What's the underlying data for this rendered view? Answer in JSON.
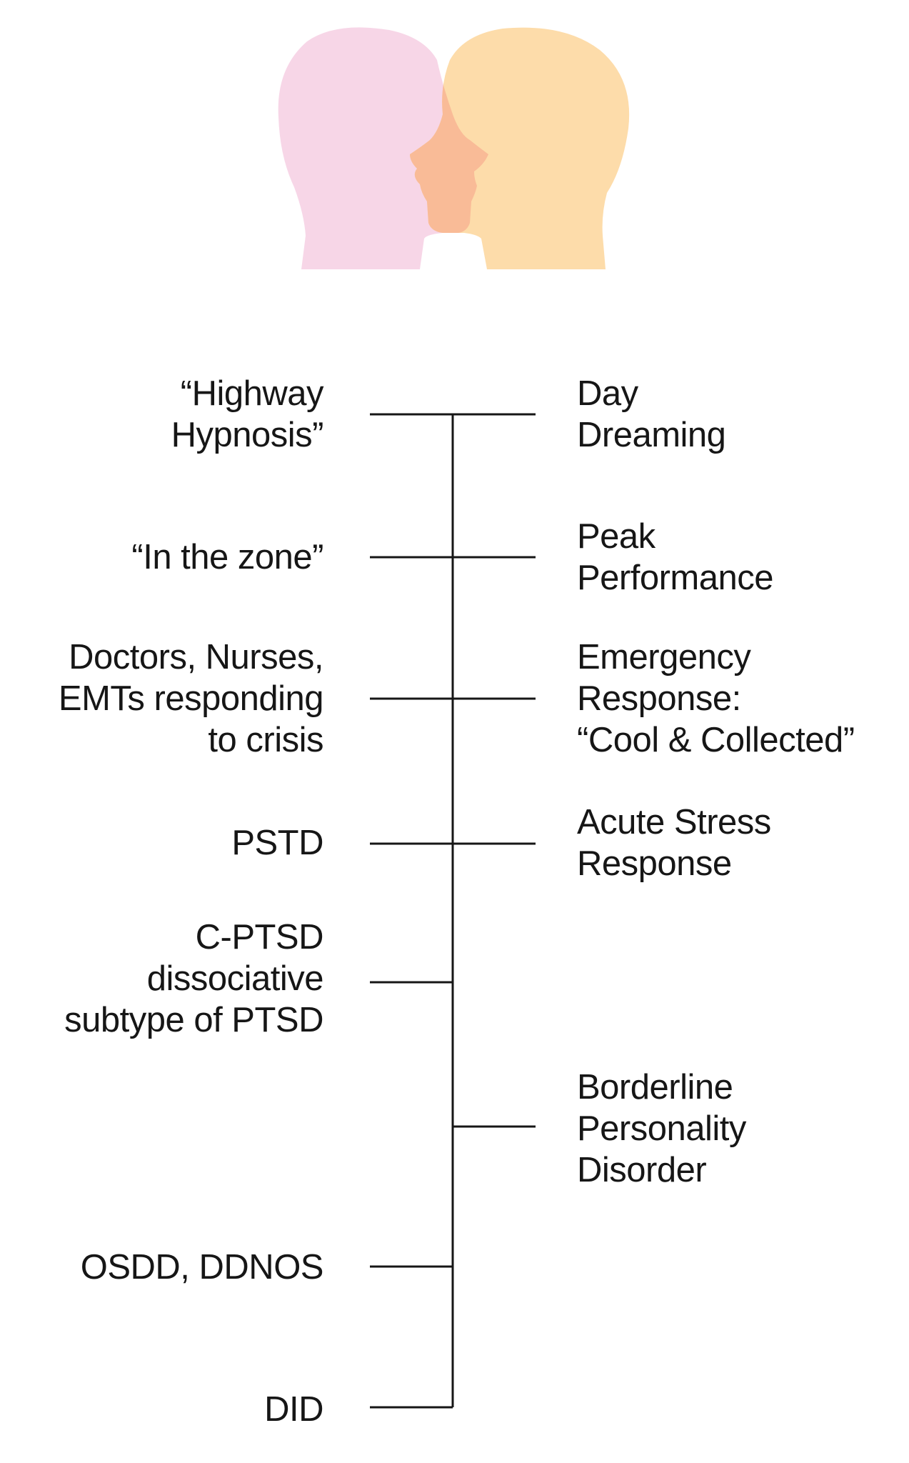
{
  "colors": {
    "left_head": "#f7d6e7",
    "right_head": "#fddcaa",
    "overlap": "#f9bb97",
    "line": "#161616",
    "text": "#161616"
  },
  "spectrum": {
    "left_labels": [
      "“Highway\nHypnosis”",
      "“In the zone”",
      "Doctors, Nurses,\nEMTs responding\nto crisis",
      "PSTD",
      "C-PTSD\ndissociative\nsubtype of PTSD",
      "OSDD, DDNOS",
      "DID"
    ],
    "right_labels": [
      "Day\nDreaming",
      "Peak\nPerformance",
      "Emergency\nResponse:\n“Cool & Collected”",
      "Acute Stress\nResponse",
      "Borderline\nPersonality\nDisorder"
    ]
  }
}
